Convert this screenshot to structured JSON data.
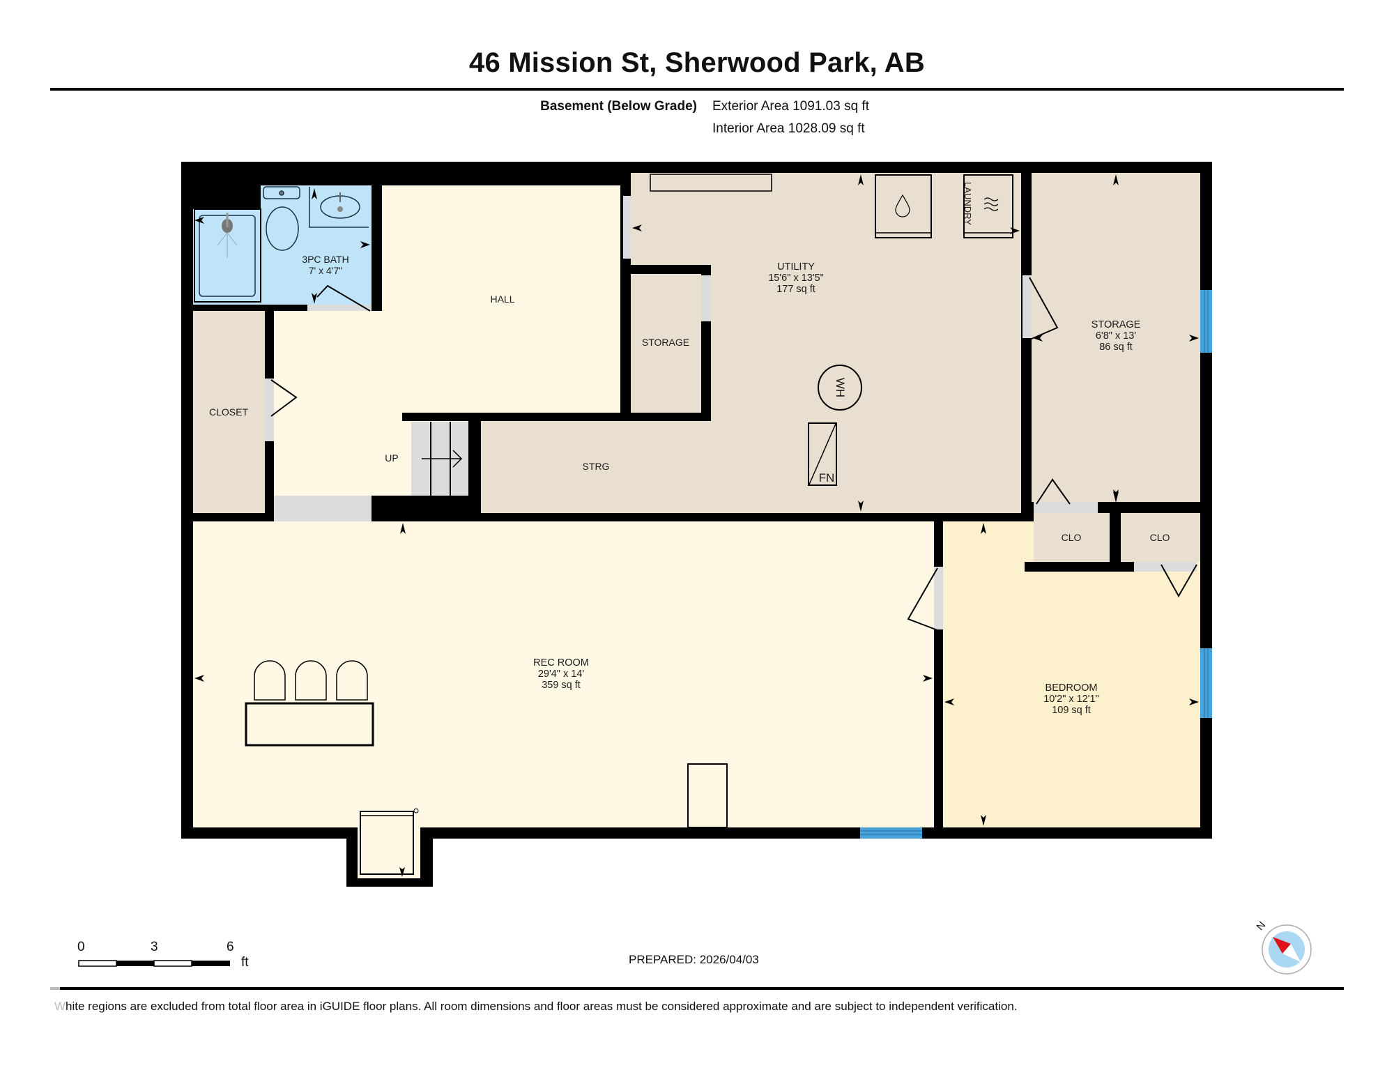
{
  "header": {
    "title": "46 Mission St, Sherwood Park, AB",
    "floor_label": "Basement (Below Grade)",
    "exterior_area": "Exterior Area 1091.03 sq ft",
    "interior_area": "Interior Area 1028.09 sq ft"
  },
  "colors": {
    "wall": "#000000",
    "living_fill": "#fff8e4",
    "utility_fill": "#e8dfd0",
    "bath_fill": "#bfe3f7",
    "bedroom_fill": "#fdf0cd",
    "door_opening": "#dcdcdc",
    "window": "#4aa3d8",
    "compass_ring": "#aad7f2",
    "compass_needle": "#e0121b"
  },
  "rooms": {
    "bath": {
      "name": "3PC BATH",
      "dims": "7' x 4'7\""
    },
    "hall": {
      "name": "HALL"
    },
    "closet": {
      "name": "CLOSET"
    },
    "stairs": {
      "name": "UP"
    },
    "storage_small": {
      "name": "STORAGE"
    },
    "strg": {
      "name": "STRG"
    },
    "utility": {
      "name": "UTILITY",
      "dims": "15'6\" x 13'5\"",
      "area": "177 sq ft"
    },
    "laundry": {
      "name": "LAUNDRY"
    },
    "water_heater": {
      "name": "WH"
    },
    "furnace": {
      "name": "FN"
    },
    "storage_right": {
      "name": "STORAGE",
      "dims": "6'8\" x 13'",
      "area": "86 sq ft"
    },
    "clo_left": {
      "name": "CLO"
    },
    "clo_right": {
      "name": "CLO"
    },
    "rec_room": {
      "name": "REC ROOM",
      "dims": "29'4\" x 14'",
      "area": "359 sq ft"
    },
    "bedroom": {
      "name": "BEDROOM",
      "dims": "10'2\" x 12'1\"",
      "area": "109 sq ft"
    }
  },
  "scale_bar": {
    "ticks": [
      "0",
      "3",
      "6"
    ],
    "unit": "ft"
  },
  "compass": {
    "label": "N"
  },
  "footer": {
    "prepared": "PREPARED: 2026/04/03",
    "disclaimer_first": "W",
    "disclaimer_rest": "hite regions are excluded from total floor area in iGUIDE floor plans. All room dimensions and floor areas must be considered approximate and are subject to independent verification."
  }
}
